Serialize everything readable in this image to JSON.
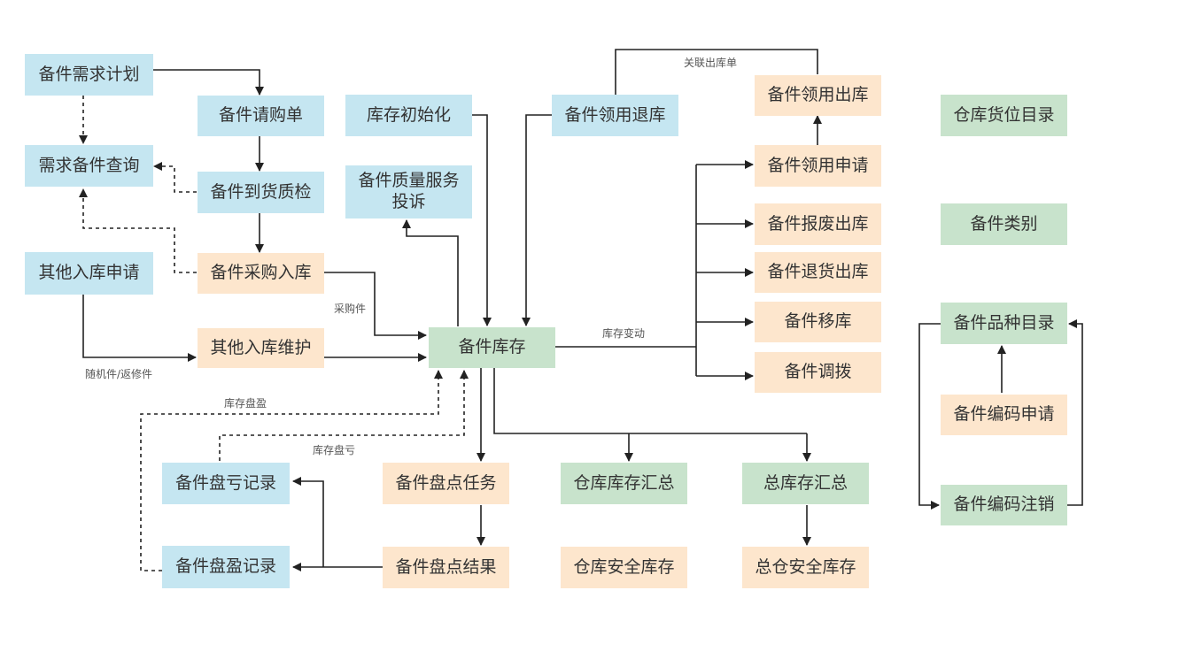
{
  "nodes": {
    "req_plan": "备件需求计划",
    "req_query": "需求备件查询",
    "purchase_order": "备件请购单",
    "arrival_inspect": "备件到货质检",
    "purchase_in": "备件采购入库",
    "other_in_apply": "其他入库申请",
    "other_in_maint": "其他入库维护",
    "stock_init": "库存初始化",
    "quality_complaint": "备件质量服务投诉",
    "return_use": "备件领用退库",
    "stock": "备件库存",
    "issue_out": "备件领用出库",
    "issue_apply": "备件领用申请",
    "scrap_out": "备件报废出库",
    "return_goods_out": "备件退货出库",
    "move": "备件移库",
    "transfer": "备件调拨",
    "location_dir": "仓库货位目录",
    "category": "备件类别",
    "variety_dir": "备件品种目录",
    "code_apply": "备件编码申请",
    "code_cancel": "备件编码注销",
    "loss_record": "备件盘亏记录",
    "gain_record": "备件盘盈记录",
    "count_task": "备件盘点任务",
    "count_result": "备件盘点结果",
    "wh_stock_sum": "仓库库存汇总",
    "total_stock_sum": "总库存汇总",
    "wh_safety": "仓库安全库存",
    "total_safety": "总仓安全库存"
  },
  "labels": {
    "link_out": "关联出库单",
    "purchase_item": "采购件",
    "stock_change": "库存变动",
    "random_repair": "随机件/返修件",
    "gain": "库存盘盈",
    "loss": "库存盘亏"
  },
  "colors": {
    "blue": "#c5e6f1",
    "orange": "#fde6cd",
    "green": "#c8e3cc",
    "line": "#222222"
  }
}
